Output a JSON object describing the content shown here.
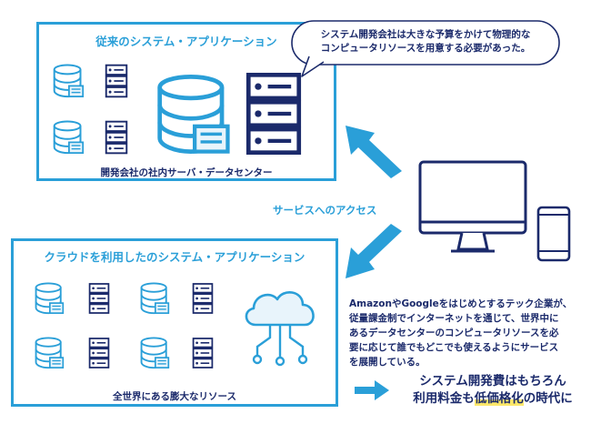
{
  "legacy_panel": {
    "title": "従来のシステム・アプリケーション",
    "caption": "開発会社の社内サーバ・データセンター"
  },
  "speech_bubble": {
    "line1": "システム開発会社は大きな予算をかけて物理的な",
    "line2": "コンピュータリソースを用意する必要があった。"
  },
  "access_label": "サービスへのアクセス",
  "cloud_panel": {
    "title": "クラウドを利用したのシステム・アプリケーション",
    "caption": "全世界にある膨大なリソース"
  },
  "cloud_description": {
    "line1": "AmazonやGoogleをはじめとするテック企業が、",
    "line2": "従量課金制でインターネットを通じて、世界中に",
    "line3": "あるデータセンターのコンピュータリソースを必",
    "line4": "要に応じて誰でもどこでも使えるようにサービス",
    "line5": "を展開している。"
  },
  "conclusion": {
    "line1": "システム開発費はもちろん",
    "line2_pre": "利用料金も",
    "line2_highlight": "低価格化",
    "line2_post": "の時代に"
  },
  "colors": {
    "accent_blue": "#2a9fd8",
    "navy": "#1b2a6b",
    "highlight_yellow": "#fde86a",
    "icon_fill": "#e8f4fb"
  },
  "icons": [
    "database-icon",
    "server-rack-icon",
    "cloud-network-icon",
    "monitor-icon",
    "smartphone-icon",
    "arrow-icon"
  ]
}
